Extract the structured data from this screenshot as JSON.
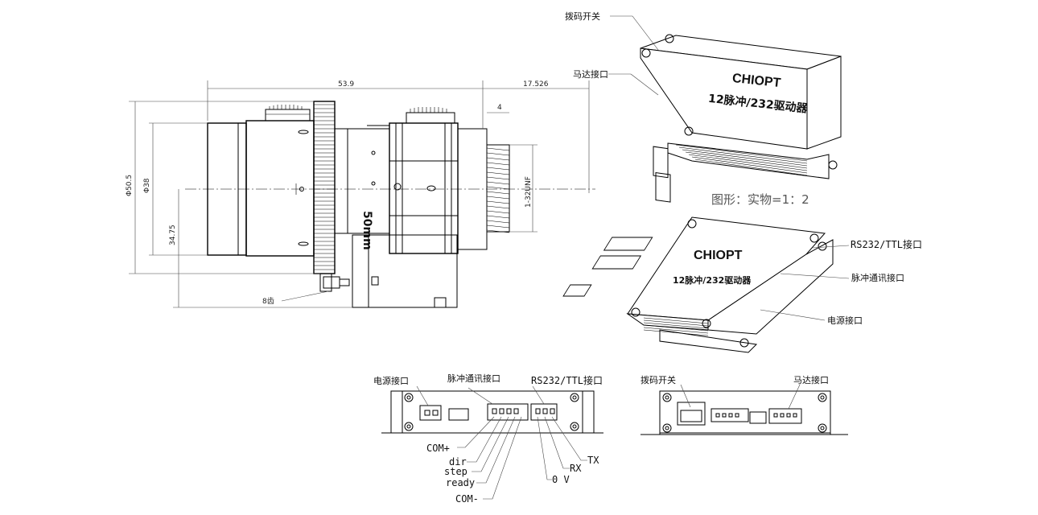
{
  "lens": {
    "dims": {
      "length": "53.9",
      "flange": "17.526",
      "thread_len": "4",
      "outer_dia": "Φ50.5",
      "inner_dia": "Φ38",
      "offset": "34.75",
      "mount": "1-32UNF",
      "gear": "8齿"
    },
    "focal": "50mm"
  },
  "driver_iso_top": {
    "brand": "CHIOPT",
    "model": "12脉冲/232驱动器",
    "callouts": {
      "dip_switch": "拨码开关",
      "motor_port": "马达接口"
    }
  },
  "scale_note": "图形：实物=1：2",
  "driver_iso_bottom": {
    "brand": "CHIOPT",
    "model": "12脉冲/232驱动器",
    "callouts": {
      "rs232": "RS232/TTL接口",
      "pulse": "脉冲通讯接口",
      "power": "电源接口"
    }
  },
  "front_view": {
    "callouts": {
      "power": "电源接口",
      "pulse": "脉冲通讯接口",
      "rs232": "RS232/TTL接口"
    },
    "pins": {
      "com_plus": "COM+",
      "dir": "dir",
      "step": "step",
      "ready": "ready",
      "com_minus": "COM-",
      "zero_v": "0 V",
      "rx": "RX",
      "tx": "TX"
    }
  },
  "rear_view": {
    "callouts": {
      "dip_switch": "拨码开关",
      "motor_port": "马达接口"
    }
  }
}
